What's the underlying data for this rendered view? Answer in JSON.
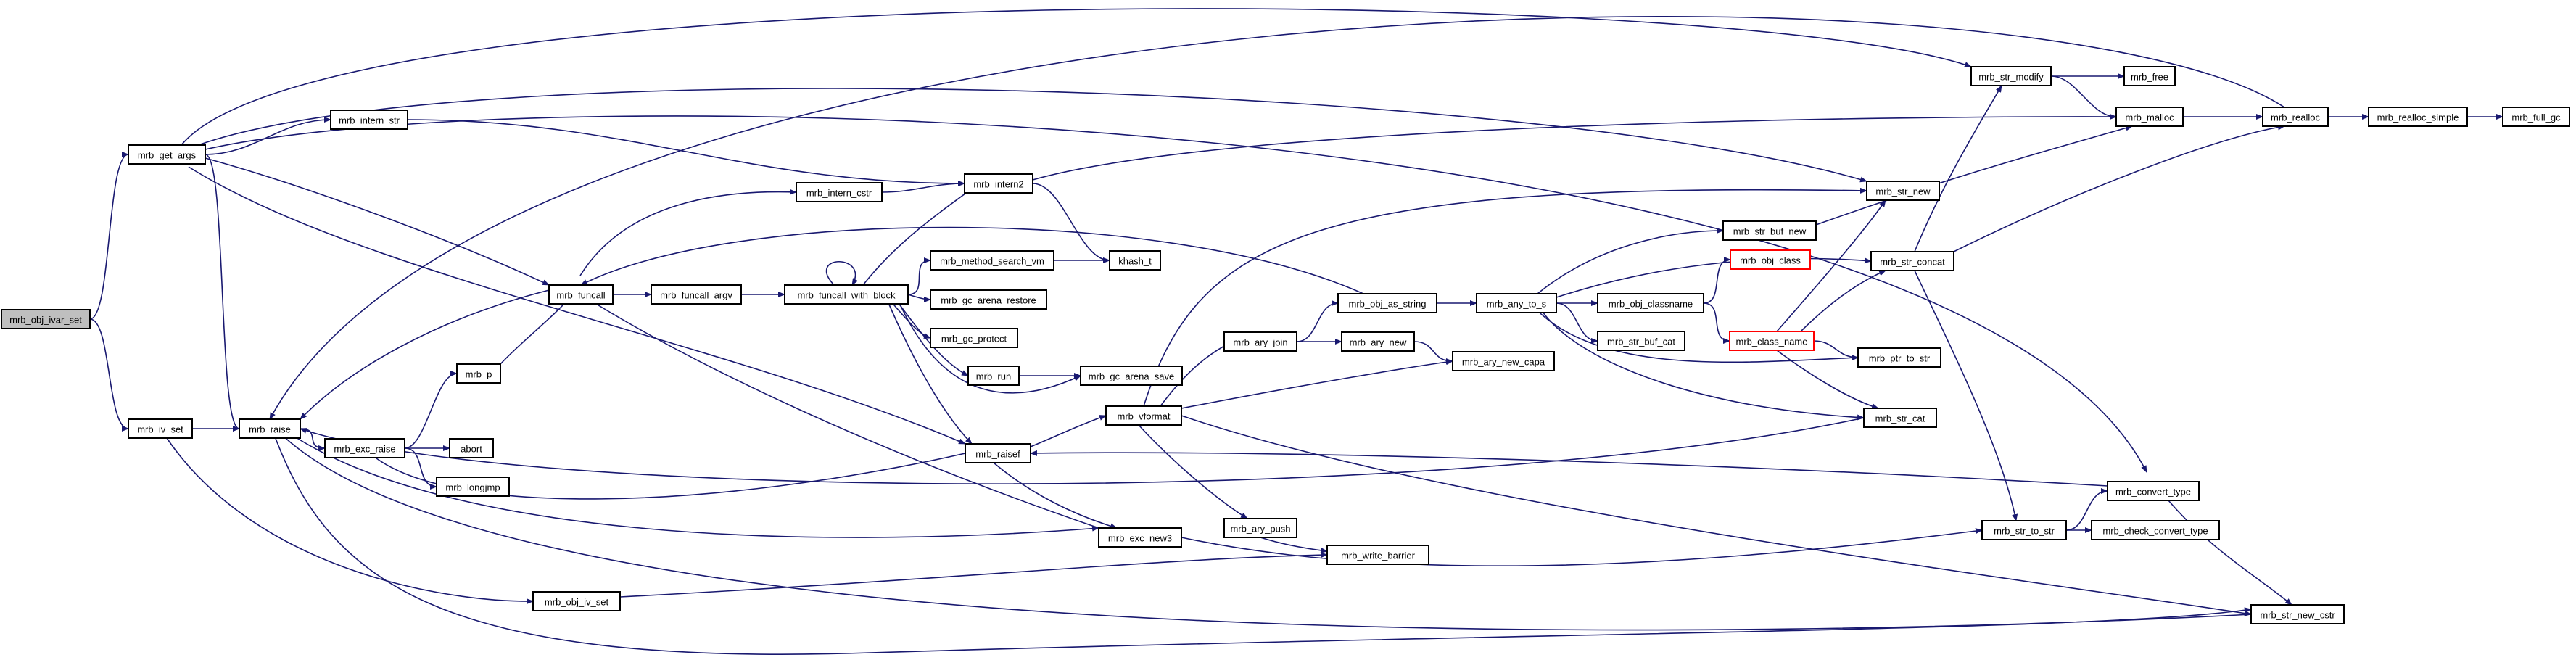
{
  "colors": {
    "edge": "#191970",
    "node_border": "#000000",
    "node_fill": "#ffffff",
    "root_fill": "#bfbfbf",
    "truncated_border": "#ff0000",
    "text": "#000000"
  },
  "nodes": [
    {
      "id": "mrb_obj_ivar_set",
      "label": "mrb_obj_ivar_set",
      "kind": "root"
    },
    {
      "id": "mrb_get_args",
      "label": "mrb_get_args"
    },
    {
      "id": "mrb_iv_set",
      "label": "mrb_iv_set"
    },
    {
      "id": "mrb_raise",
      "label": "mrb_raise"
    },
    {
      "id": "mrb_intern_str",
      "label": "mrb_intern_str"
    },
    {
      "id": "mrb_funcall",
      "label": "mrb_funcall"
    },
    {
      "id": "mrb_p",
      "label": "mrb_p"
    },
    {
      "id": "mrb_exc_raise",
      "label": "mrb_exc_raise"
    },
    {
      "id": "abort",
      "label": "abort"
    },
    {
      "id": "mrb_longjmp",
      "label": "mrb_longjmp"
    },
    {
      "id": "mrb_obj_iv_set",
      "label": "mrb_obj_iv_set"
    },
    {
      "id": "mrb_funcall_argv",
      "label": "mrb_funcall_argv"
    },
    {
      "id": "mrb_intern_cstr",
      "label": "mrb_intern_cstr"
    },
    {
      "id": "mrb_intern2",
      "label": "mrb_intern2"
    },
    {
      "id": "mrb_funcall_with_block",
      "label": "mrb_funcall_with_block"
    },
    {
      "id": "mrb_method_search_vm",
      "label": "mrb_method_search_vm"
    },
    {
      "id": "khash_t",
      "label": "khash_t"
    },
    {
      "id": "mrb_gc_arena_restore",
      "label": "mrb_gc_arena_restore"
    },
    {
      "id": "mrb_gc_protect",
      "label": "mrb_gc_protect"
    },
    {
      "id": "mrb_run",
      "label": "mrb_run"
    },
    {
      "id": "mrb_gc_arena_save",
      "label": "mrb_gc_arena_save"
    },
    {
      "id": "mrb_raisef",
      "label": "mrb_raisef"
    },
    {
      "id": "mrb_vformat",
      "label": "mrb_vformat"
    },
    {
      "id": "mrb_exc_new3",
      "label": "mrb_exc_new3"
    },
    {
      "id": "mrb_ary_join",
      "label": "mrb_ary_join"
    },
    {
      "id": "mrb_ary_new",
      "label": "mrb_ary_new"
    },
    {
      "id": "mrb_ary_push",
      "label": "mrb_ary_push"
    },
    {
      "id": "mrb_write_barrier",
      "label": "mrb_write_barrier"
    },
    {
      "id": "mrb_obj_as_string",
      "label": "mrb_obj_as_string"
    },
    {
      "id": "mrb_ary_new_capa",
      "label": "mrb_ary_new_capa"
    },
    {
      "id": "mrb_any_to_s",
      "label": "mrb_any_to_s"
    },
    {
      "id": "mrb_str_buf_new",
      "label": "mrb_str_buf_new"
    },
    {
      "id": "mrb_obj_classname",
      "label": "mrb_obj_classname"
    },
    {
      "id": "mrb_obj_class",
      "label": "mrb_obj_class",
      "kind": "truncated"
    },
    {
      "id": "mrb_class_name",
      "label": "mrb_class_name",
      "kind": "truncated"
    },
    {
      "id": "mrb_str_buf_cat",
      "label": "mrb_str_buf_cat"
    },
    {
      "id": "mrb_str_modify",
      "label": "mrb_str_modify"
    },
    {
      "id": "mrb_free",
      "label": "mrb_free"
    },
    {
      "id": "mrb_malloc",
      "label": "mrb_malloc"
    },
    {
      "id": "mrb_realloc",
      "label": "mrb_realloc"
    },
    {
      "id": "mrb_realloc_simple",
      "label": "mrb_realloc_simple"
    },
    {
      "id": "mrb_full_gc",
      "label": "mrb_full_gc"
    },
    {
      "id": "mrb_str_new",
      "label": "mrb_str_new"
    },
    {
      "id": "mrb_str_concat",
      "label": "mrb_str_concat"
    },
    {
      "id": "mrb_ptr_to_str",
      "label": "mrb_ptr_to_str"
    },
    {
      "id": "mrb_str_cat",
      "label": "mrb_str_cat"
    },
    {
      "id": "mrb_convert_type",
      "label": "mrb_convert_type"
    },
    {
      "id": "mrb_str_to_str",
      "label": "mrb_str_to_str"
    },
    {
      "id": "mrb_check_convert_type",
      "label": "mrb_check_convert_type"
    },
    {
      "id": "mrb_str_new_cstr",
      "label": "mrb_str_new_cstr"
    }
  ],
  "edges": [
    [
      "mrb_obj_ivar_set",
      "mrb_get_args"
    ],
    [
      "mrb_obj_ivar_set",
      "mrb_iv_set"
    ],
    [
      "mrb_get_args",
      "mrb_intern_str"
    ],
    [
      "mrb_get_args",
      "mrb_raise"
    ],
    [
      "mrb_get_args",
      "mrb_funcall"
    ],
    [
      "mrb_get_args",
      "mrb_raisef"
    ],
    [
      "mrb_get_args",
      "mrb_str_modify"
    ],
    [
      "mrb_get_args",
      "mrb_str_new"
    ],
    [
      "mrb_get_args",
      "mrb_convert_type"
    ],
    [
      "mrb_iv_set",
      "mrb_raise"
    ],
    [
      "mrb_iv_set",
      "mrb_obj_iv_set"
    ],
    [
      "mrb_raise",
      "mrb_exc_raise"
    ],
    [
      "mrb_raise",
      "mrb_exc_new3"
    ],
    [
      "mrb_raise",
      "mrb_str_new_cstr"
    ],
    [
      "mrb_intern_str",
      "mrb_intern2"
    ],
    [
      "mrb_funcall",
      "mrb_raise"
    ],
    [
      "mrb_funcall",
      "mrb_intern_cstr"
    ],
    [
      "mrb_funcall",
      "mrb_funcall_argv"
    ],
    [
      "mrb_p",
      "mrb_funcall"
    ],
    [
      "mrb_exc_raise",
      "mrb_p"
    ],
    [
      "mrb_exc_raise",
      "abort"
    ],
    [
      "mrb_exc_raise",
      "mrb_longjmp"
    ],
    [
      "mrb_obj_iv_set",
      "mrb_write_barrier"
    ],
    [
      "mrb_funcall_argv",
      "mrb_funcall_with_block"
    ],
    [
      "mrb_intern_cstr",
      "mrb_intern2"
    ],
    [
      "mrb_intern2",
      "khash_t"
    ],
    [
      "mrb_intern2",
      "mrb_malloc"
    ],
    [
      "mrb_funcall_with_block",
      "mrb_funcall_with_block"
    ],
    [
      "mrb_funcall_with_block",
      "mrb_intern2"
    ],
    [
      "mrb_funcall_with_block",
      "mrb_method_search_vm"
    ],
    [
      "mrb_funcall_with_block",
      "mrb_gc_arena_restore"
    ],
    [
      "mrb_funcall_with_block",
      "mrb_gc_protect"
    ],
    [
      "mrb_funcall_with_block",
      "mrb_run"
    ],
    [
      "mrb_funcall_with_block",
      "mrb_gc_arena_save"
    ],
    [
      "mrb_funcall_with_block",
      "mrb_raisef"
    ],
    [
      "mrb_method_search_vm",
      "khash_t"
    ],
    [
      "mrb_run",
      "mrb_gc_arena_save"
    ],
    [
      "mrb_raisef",
      "mrb_vformat"
    ],
    [
      "mrb_raisef",
      "mrb_exc_new3"
    ],
    [
      "mrb_raisef",
      "mrb_exc_raise"
    ],
    [
      "mrb_vformat",
      "mrb_ary_join"
    ],
    [
      "mrb_vformat",
      "mrb_ary_new_capa"
    ],
    [
      "mrb_vformat",
      "mrb_ary_push"
    ],
    [
      "mrb_vformat",
      "mrb_str_new"
    ],
    [
      "mrb_vformat",
      "mrb_str_new_cstr"
    ],
    [
      "mrb_exc_new3",
      "mrb_funcall"
    ],
    [
      "mrb_exc_new3",
      "mrb_str_to_str"
    ],
    [
      "mrb_ary_join",
      "mrb_ary_new"
    ],
    [
      "mrb_ary_join",
      "mrb_obj_as_string"
    ],
    [
      "mrb_ary_new",
      "mrb_ary_new_capa"
    ],
    [
      "mrb_ary_push",
      "mrb_write_barrier"
    ],
    [
      "mrb_obj_as_string",
      "mrb_any_to_s"
    ],
    [
      "mrb_obj_as_string",
      "mrb_funcall"
    ],
    [
      "mrb_any_to_s",
      "mrb_str_buf_new"
    ],
    [
      "mrb_any_to_s",
      "mrb_obj_classname"
    ],
    [
      "mrb_any_to_s",
      "mrb_str_buf_cat"
    ],
    [
      "mrb_any_to_s",
      "mrb_str_concat"
    ],
    [
      "mrb_any_to_s",
      "mrb_ptr_to_str"
    ],
    [
      "mrb_any_to_s",
      "mrb_str_cat"
    ],
    [
      "mrb_str_buf_new",
      "mrb_malloc"
    ],
    [
      "mrb_obj_classname",
      "mrb_obj_class"
    ],
    [
      "mrb_obj_classname",
      "mrb_class_name"
    ],
    [
      "mrb_class_name",
      "mrb_str_new"
    ],
    [
      "mrb_class_name",
      "mrb_str_concat"
    ],
    [
      "mrb_class_name",
      "mrb_ptr_to_str"
    ],
    [
      "mrb_class_name",
      "mrb_str_cat"
    ],
    [
      "mrb_str_modify",
      "mrb_free"
    ],
    [
      "mrb_str_modify",
      "mrb_malloc"
    ],
    [
      "mrb_malloc",
      "mrb_realloc"
    ],
    [
      "mrb_realloc",
      "mrb_realloc_simple"
    ],
    [
      "mrb_realloc",
      "mrb_raise"
    ],
    [
      "mrb_realloc_simple",
      "mrb_full_gc"
    ],
    [
      "mrb_str_concat",
      "mrb_str_modify"
    ],
    [
      "mrb_str_concat",
      "mrb_realloc"
    ],
    [
      "mrb_str_concat",
      "mrb_str_to_str"
    ],
    [
      "mrb_str_cat",
      "mrb_raise"
    ],
    [
      "mrb_str_to_str",
      "mrb_convert_type"
    ],
    [
      "mrb_str_to_str",
      "mrb_check_convert_type"
    ],
    [
      "mrb_convert_type",
      "mrb_raisef"
    ],
    [
      "mrb_convert_type",
      "mrb_str_new_cstr"
    ],
    [
      "mrb_str_new_cstr",
      "mrb_raise"
    ]
  ]
}
